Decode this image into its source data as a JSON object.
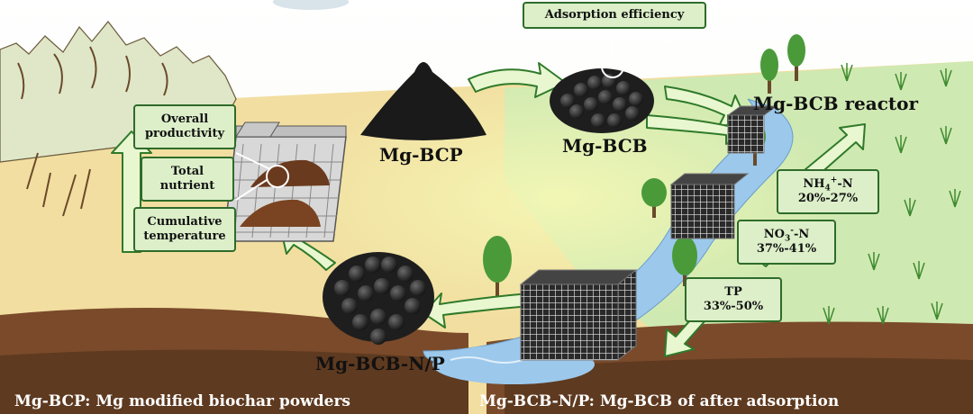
{
  "labels": {
    "mg_bcp": "Mg-BCP",
    "mg_bcb": "Mg-BCB",
    "mg_bcb_np": "Mg-BCB-N/P",
    "reactor": "Mg-BCB reactor"
  },
  "callouts": {
    "adsorption_efficiency": "Adsorption efficiency",
    "overall_productivity": [
      "Overall",
      "productivity"
    ],
    "total_nutrient": [
      "Total",
      "nutrient"
    ],
    "cumulative_temperature": [
      "Cumulative",
      "temperature"
    ]
  },
  "removal": {
    "nh4": {
      "species_main": "NH",
      "species_sub": "4",
      "species_sup": "+",
      "species_tail": "-N",
      "range": "20%-27%"
    },
    "no3": {
      "species_main": "NO",
      "species_sub": "3",
      "species_sup": "-",
      "species_tail": "-N",
      "range": "37%-41%"
    },
    "tp": {
      "species_main": "TP",
      "range": "33%-50%"
    }
  },
  "legend": {
    "left": "Mg-BCP: Mg modified biochar powders",
    "right": "Mg-BCB-N/P: Mg-BCB of after adsorption"
  },
  "colors": {
    "soil": "#7a4a2a",
    "ground": "#f2dea0",
    "field": "#cde8b0",
    "water": "#9cc8ec",
    "arrow_fill": "#e8f7cf",
    "arrow_stroke": "#2f7a2a",
    "box_fill": "#dcefc9",
    "box_border": "#2f6b2a"
  }
}
